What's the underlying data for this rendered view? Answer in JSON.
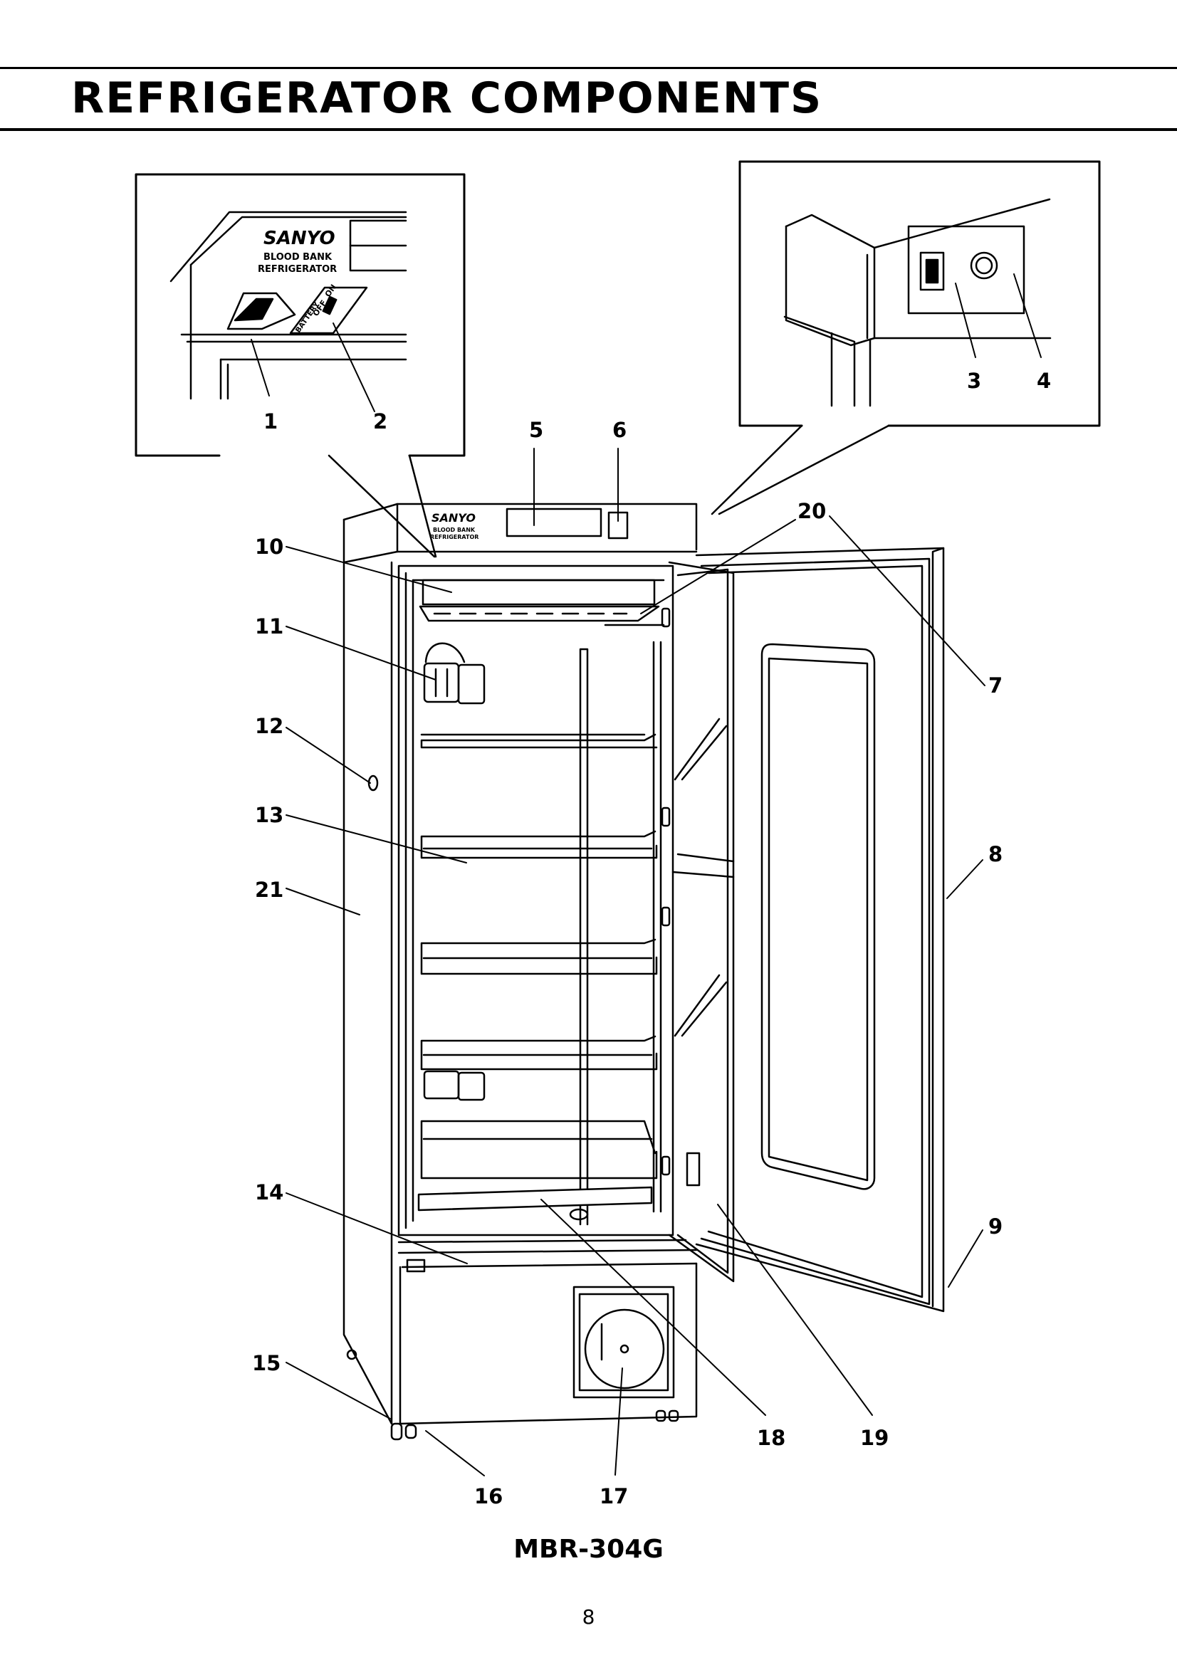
{
  "header": {
    "title": "REFRIGERATOR COMPONENTS"
  },
  "labels": {
    "brand": "SANYO",
    "line1": "BLOOD BANK",
    "line2": "REFRIGERATOR",
    "switch_on": "ON",
    "switch_off": "OFF",
    "switch_battery": "BATTERY"
  },
  "callouts": [
    "1",
    "2",
    "3",
    "4",
    "5",
    "6",
    "7",
    "8",
    "9",
    "10",
    "11",
    "12",
    "13",
    "14",
    "15",
    "16",
    "17",
    "18",
    "19",
    "20",
    "21"
  ],
  "footer": {
    "model": "MBR-304G",
    "page_number": "8"
  },
  "colors": {
    "ink": "#000000",
    "paper": "#ffffff"
  }
}
